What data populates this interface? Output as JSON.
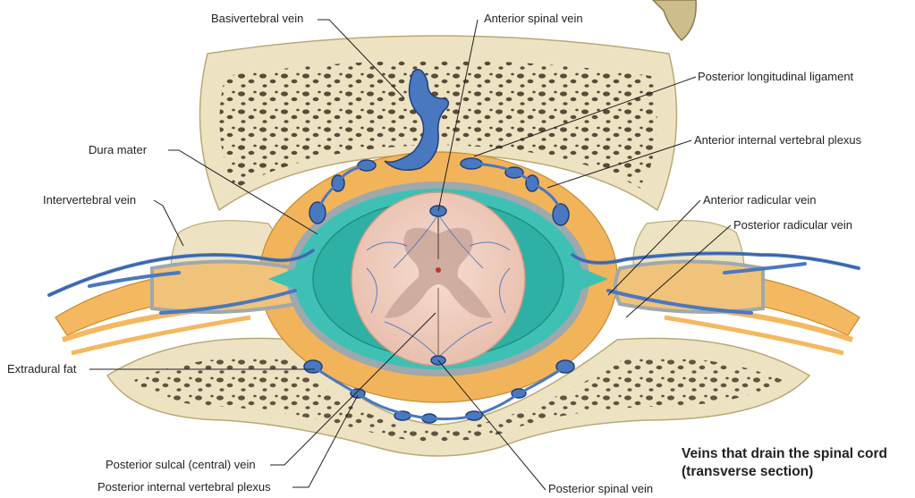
{
  "labels": {
    "basivertebral_vein": "Basivertebral vein",
    "anterior_spinal_vein": "Anterior spinal vein",
    "posterior_longitudinal_ligament": "Posterior longitudinal ligament",
    "anterior_internal_vertebral_plexus": "Anterior internal vertebral plexus",
    "dura_mater": "Dura mater",
    "intervertebral_vein": "Intervertebral vein",
    "anterior_radicular_vein": "Anterior radicular vein",
    "posterior_radicular_vein": "Posterior radicular vein",
    "extradural_fat": "Extradural fat",
    "posterior_sulcal_central_vein": "Posterior sulcal (central) vein",
    "posterior_internal_vertebral_plexus": "Posterior internal vertebral plexus",
    "posterior_spinal_vein": "Posterior spinal vein"
  },
  "caption": {
    "line1": "Veins that drain the spinal cord",
    "line2": "(transverse section)"
  },
  "colors": {
    "bone": "#ede3c2",
    "bone_pore": "#4a3a2a",
    "fat": "#f2b45a",
    "dura": "#3ec1b4",
    "dura_dark": "#1f8f86",
    "membrane": "#9ea8ad",
    "cord": "#f0cdbd",
    "gray_matter": "#c9a69a",
    "vein": "#4a78c0",
    "vein_dark": "#1f3f7a",
    "nerve": "#f4b860",
    "leader": "#231f20"
  }
}
